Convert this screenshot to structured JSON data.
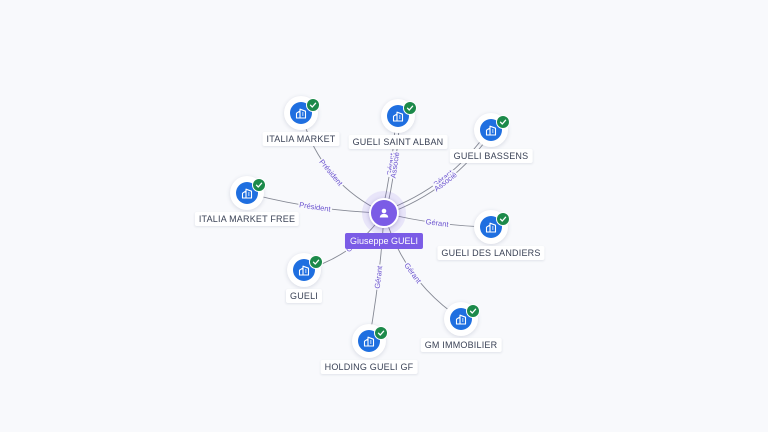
{
  "center": {
    "name": "Giuseppe GUELI",
    "icon": "person-icon",
    "color": "#7b5ce6"
  },
  "companies": [
    {
      "id": "italia-market",
      "name": "ITALIA MARKET",
      "icon": "building-icon",
      "verified": true
    },
    {
      "id": "gueli-saint-alban",
      "name": "GUELI SAINT ALBAN",
      "icon": "building-icon",
      "verified": true
    },
    {
      "id": "gueli-bassens",
      "name": "GUELI BASSENS",
      "icon": "building-icon",
      "verified": true
    },
    {
      "id": "italia-market-free",
      "name": "ITALIA MARKET FREE",
      "icon": "building-icon",
      "verified": true
    },
    {
      "id": "gueli-des-landiers",
      "name": "GUELI DES LANDIERS",
      "icon": "building-icon",
      "verified": true
    },
    {
      "id": "gueli",
      "name": "GUELI",
      "icon": "building-icon",
      "verified": true
    },
    {
      "id": "gm-immobilier",
      "name": "GM IMMOBILIER",
      "icon": "building-icon",
      "verified": true
    },
    {
      "id": "holding-gueli-gf",
      "name": "HOLDING GUELI GF",
      "icon": "building-icon",
      "verified": true
    }
  ],
  "relations": [
    {
      "to": "italia-market",
      "labels": [
        "Président"
      ]
    },
    {
      "to": "gueli-saint-alban",
      "labels": [
        "Gérant",
        "Associé"
      ]
    },
    {
      "to": "gueli-bassens",
      "labels": [
        "Gérant",
        "Associé"
      ]
    },
    {
      "to": "italia-market-free",
      "labels": [
        "Président"
      ]
    },
    {
      "to": "gueli-des-landiers",
      "labels": [
        "Gérant"
      ]
    },
    {
      "to": "gueli",
      "labels": [
        "G"
      ]
    },
    {
      "to": "gm-immobilier",
      "labels": [
        "Gérant"
      ]
    },
    {
      "to": "holding-gueli-gf",
      "labels": [
        "Gérant"
      ]
    }
  ],
  "colors": {
    "company": "#1f6fe0",
    "verified": "#1c8a4a",
    "edge": "#5d6170",
    "edge_label": "#6a52cf",
    "background": "#f8f9fc"
  }
}
